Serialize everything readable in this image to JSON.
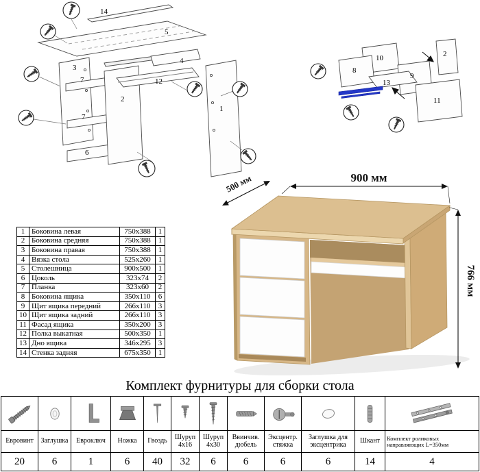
{
  "sheet": {
    "hardware_title": "Комплект фурнитуры для сборки стола"
  },
  "desk": {
    "dim_width": "900 мм",
    "dim_depth": "500 мм",
    "dim_height": "766 мм"
  },
  "colors": {
    "wood": "#dcbf90",
    "wood_edge": "#ecd7ae",
    "wood_dark": "#c9a674",
    "drawer": "#fdfdfd",
    "slide_blue": "#2438c8"
  },
  "diagram_left": {
    "labels": [
      "14",
      "5",
      "3",
      "7",
      "2",
      "4",
      "12",
      "7",
      "6",
      "1"
    ]
  },
  "diagram_right": {
    "labels": [
      "10",
      "2",
      "8",
      "9",
      "13",
      "11"
    ]
  },
  "parts_table": {
    "rows": [
      {
        "num": "1",
        "name": "Боковина левая",
        "size": "750x388",
        "qty": "1"
      },
      {
        "num": "2",
        "name": "Боковина средняя",
        "size": "750x388",
        "qty": "1"
      },
      {
        "num": "3",
        "name": "Боковина правая",
        "size": "750x388",
        "qty": "1"
      },
      {
        "num": "4",
        "name": "Вязка стола",
        "size": "525x260",
        "qty": "1"
      },
      {
        "num": "5",
        "name": "Столешница",
        "size": "900x500",
        "qty": "1"
      },
      {
        "num": "6",
        "name": "Цоколь",
        "size": "323x74",
        "qty": "2"
      },
      {
        "num": "7",
        "name": "Планка",
        "size": "323x60",
        "qty": "2"
      },
      {
        "num": "8",
        "name": "Боковина ящика",
        "size": "350x110",
        "qty": "6"
      },
      {
        "num": "9",
        "name": "Щит ящика передний",
        "size": "266x110",
        "qty": "3"
      },
      {
        "num": "10",
        "name": "Щит ящика задний",
        "size": "266x110",
        "qty": "3"
      },
      {
        "num": "11",
        "name": "Фасад ящика",
        "size": "350x200",
        "qty": "3"
      },
      {
        "num": "12",
        "name": "Полка выкатная",
        "size": "500x350",
        "qty": "1"
      },
      {
        "num": "13",
        "name": "Дно ящика",
        "size": "346x295",
        "qty": "3"
      },
      {
        "num": "14",
        "name": "Стенка задняя",
        "size": "675x350",
        "qty": "1"
      }
    ]
  },
  "hardware_table": {
    "items": [
      {
        "icon": "euro-screw-icon",
        "name": "Евровинт",
        "qty": "20"
      },
      {
        "icon": "furniture-cap-icon",
        "name": "Заглушка",
        "qty": "6"
      },
      {
        "icon": "hex-key-icon",
        "name": "Евроключ",
        "qty": "1"
      },
      {
        "icon": "furniture-leg-icon",
        "name": "Ножка",
        "qty": "6"
      },
      {
        "icon": "nail-icon",
        "name": "Гвоздь",
        "qty": "40"
      },
      {
        "icon": "screw-4x16-icon",
        "name": "Шуруп 4х16",
        "qty": "32"
      },
      {
        "icon": "screw-4x30-icon",
        "name": "Шуруп 4х30",
        "qty": "6"
      },
      {
        "icon": "screw-in-dowel-icon",
        "name": "Ввинчив. дюбель",
        "qty": "6"
      },
      {
        "icon": "cam-lock-icon",
        "name": "Эксцентр. стяжка",
        "qty": "6"
      },
      {
        "icon": "cam-cover-icon",
        "name": "Заглушка для эксцентрика",
        "qty": "6"
      },
      {
        "icon": "wood-dowel-icon",
        "name": "Шкант",
        "qty": "14"
      },
      {
        "icon": "roller-slides-icon",
        "name": "Комплект роликовых направляющих L=350мм",
        "qty": "4"
      }
    ]
  }
}
